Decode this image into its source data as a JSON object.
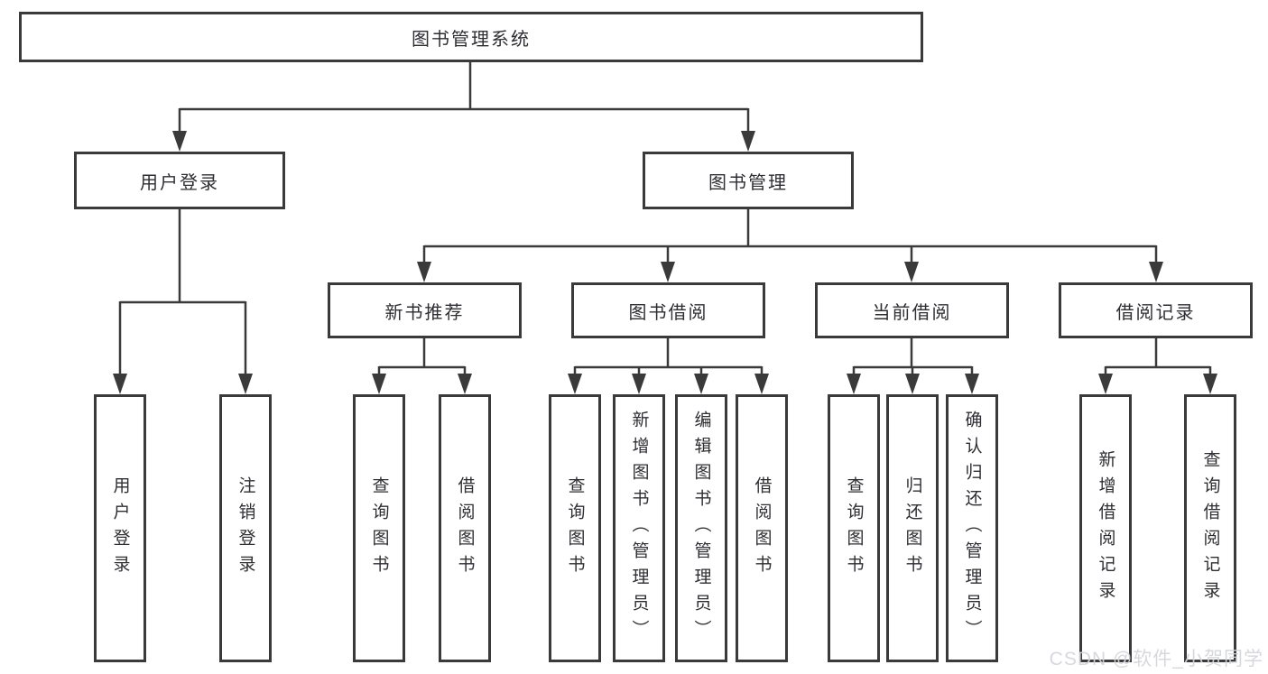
{
  "diagram": {
    "title": "图书管理系统",
    "root": {
      "label": "图书管理系统"
    },
    "level2": [
      {
        "label": "用户登录"
      },
      {
        "label": "图书管理"
      }
    ],
    "level3": [
      {
        "label": "新书推荐",
        "parent": "图书管理"
      },
      {
        "label": "图书借阅",
        "parent": "图书管理"
      },
      {
        "label": "当前借阅",
        "parent": "图书管理"
      },
      {
        "label": "借阅记录",
        "parent": "图书管理"
      }
    ],
    "leaves": [
      {
        "label": "用户登录",
        "parent": "用户登录"
      },
      {
        "label": "注销登录",
        "parent": "用户登录"
      },
      {
        "label": "查询图书",
        "parent": "新书推荐"
      },
      {
        "label": "借阅图书",
        "parent": "新书推荐"
      },
      {
        "label": "查询图书",
        "parent": "图书借阅"
      },
      {
        "label": "新增图书（管理员）",
        "parent": "图书借阅"
      },
      {
        "label": "编辑图书（管理员）",
        "parent": "图书借阅"
      },
      {
        "label": "借阅图书",
        "parent": "图书借阅"
      },
      {
        "label": "查询图书",
        "parent": "当前借阅"
      },
      {
        "label": "归还图书",
        "parent": "当前借阅"
      },
      {
        "label": "确认归还（管理员）",
        "parent": "当前借阅"
      },
      {
        "label": "新增借阅记录",
        "parent": "借阅记录"
      },
      {
        "label": "查询借阅记录",
        "parent": "借阅记录"
      }
    ],
    "watermark": "CSDN @软件_小贺同学",
    "colors": {
      "line": "#3a3a3a",
      "box_background": "#ffffff",
      "text": "#2e2e33",
      "watermark": "#d4d4dc"
    }
  }
}
